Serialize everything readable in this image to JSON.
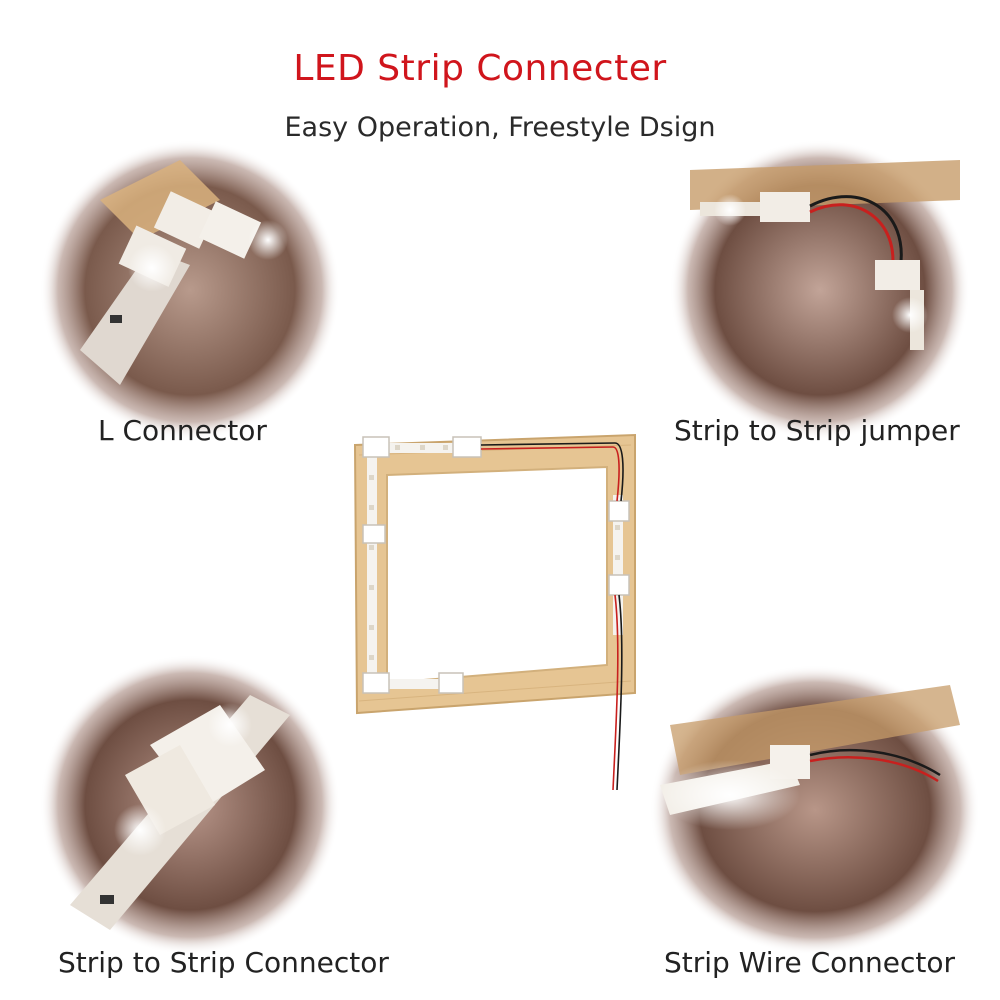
{
  "header": {
    "title": "LED Strip Connecter",
    "subtitle": "Easy Operation, Freestyle Dsign"
  },
  "panels": {
    "top_left": {
      "caption": "L Connector"
    },
    "top_right": {
      "caption": "Strip to Strip jumper"
    },
    "bottom_left": {
      "caption": "Strip to Strip Connector"
    },
    "bottom_right": {
      "caption": "Strip Wire Connector"
    }
  },
  "colors": {
    "title": "#d0151c",
    "wood": "#e8c99a",
    "vignette": "#8a6a5c",
    "wire_red": "#c8201e",
    "wire_black": "#1a1a1a"
  }
}
